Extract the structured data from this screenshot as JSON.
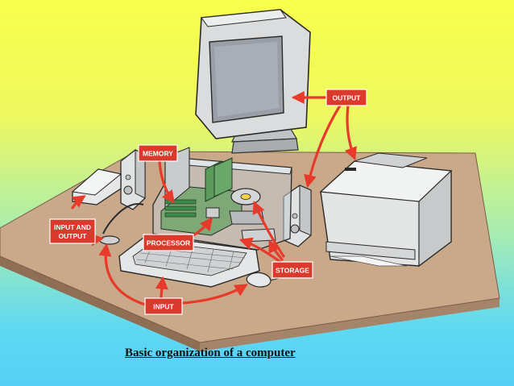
{
  "labels": {
    "output": "OUTPUT",
    "memory": "MEMORY",
    "input_and_output_line1": "INPUT AND",
    "input_and_output_line2": "OUTPUT",
    "processor": "PROCESSOR",
    "storage": "STORAGE",
    "input": "INPUT"
  },
  "caption": "Basic organization of a computer",
  "colors": {
    "label_bg": "#d93a2b",
    "arrow": "#e83a2a",
    "desk_top": "#c9a98a",
    "desk_edge": "#9c7c60"
  }
}
